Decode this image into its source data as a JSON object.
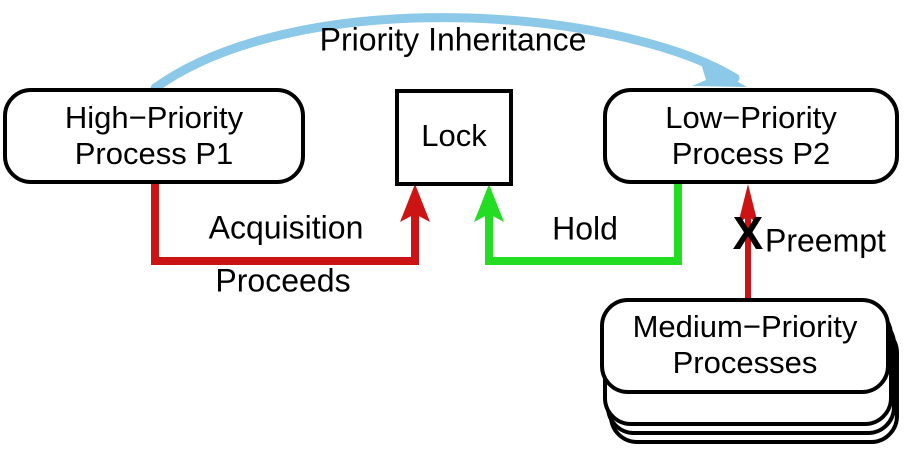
{
  "diagram": {
    "title_label": "Priority Inheritance",
    "nodes": [
      {
        "id": "high-priority-process",
        "line1": "High−Priority",
        "line2": "Process P1",
        "shape": "rounded-rect"
      },
      {
        "id": "lock",
        "line1": "Lock",
        "line2": "",
        "shape": "rect"
      },
      {
        "id": "low-priority-process",
        "line1": "Low−Priority",
        "line2": "Process P2",
        "shape": "rounded-rect"
      },
      {
        "id": "medium-priority-processes",
        "line1": "Medium−Priority",
        "line2": "Processes",
        "shape": "rounded-rect-stack"
      }
    ],
    "edges": [
      {
        "id": "priority-inheritance",
        "label": "Priority Inheritance",
        "color": "#8CC8E8",
        "from": "high-priority-process",
        "to": "low-priority-process"
      },
      {
        "id": "acquisition-proceeds",
        "label_line1": "Acquisition",
        "label_line2": "Proceeds",
        "color": "#CC1414",
        "from": "high-priority-process",
        "to": "lock"
      },
      {
        "id": "hold",
        "label": "Hold",
        "color": "#22DD22",
        "from": "low-priority-process",
        "to": "lock"
      },
      {
        "id": "preempt",
        "label": "Preempt",
        "color": "#CC1414",
        "blocked_marker": "X",
        "from": "medium-priority-processes",
        "to": "low-priority-process"
      }
    ],
    "colors": {
      "stroke": "#000000",
      "fill": "#ffffff",
      "blue": "#8CC8E8",
      "red": "#CC1414",
      "green": "#22DD22"
    }
  }
}
